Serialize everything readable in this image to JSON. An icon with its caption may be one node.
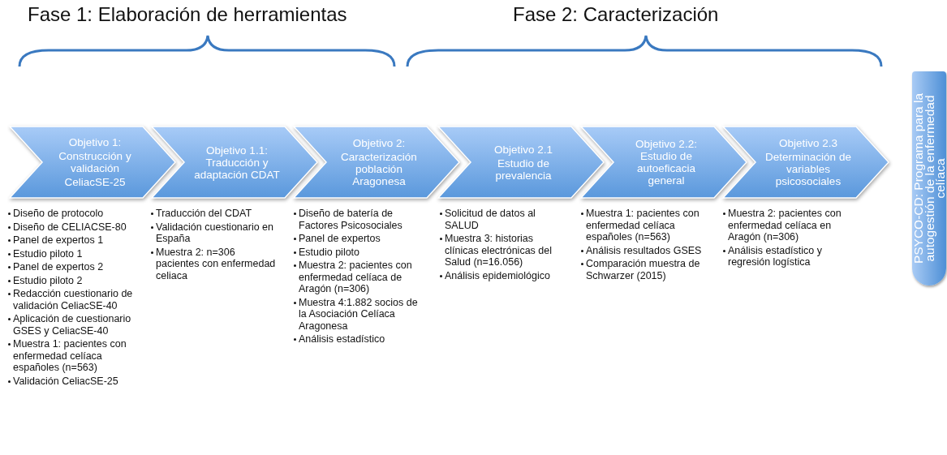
{
  "diagram": {
    "nodes": [
      {
        "text": [
          "Objetivo 1:",
          "Construcción y validación",
          "CeliacSE-25"
        ],
        "beside": [
          "Diseño de protocolo",
          "Diseño  de CELIACSE-80",
          "Panel de expertos 1",
          "Estudio piloto 1",
          "Panel de expertos 2",
          "Estudio piloto 2",
          "Redacción cuestionario de validación CeliacSE-40",
          "Aplicación de cuestionario GSES y CeliacSE-40",
          "Muestra 1: pacientes con enfermedad celíaca españoles (n=563)",
          "Validación CeliacSE-25"
        ]
      },
      {
        "text": [
          "Objetivo 1.1: Traducción y adaptación CDAT"
        ],
        "beside": [
          "Traducción  del CDAT",
          "Validación cuestionario en España",
          "Muestra 2: n=306 pacientes con enfermedad celiaca"
        ]
      },
      {
        "text": [
          "Objetivo 2:",
          "Caracterización población Aragonesa"
        ],
        "beside": [
          "Diseño de batería de Factores Psicosociales",
          "Panel de expertos",
          "Estudio piloto",
          "Muestra 2: pacientes con enfermedad celíaca de Aragón (n=306)",
          "Muestra 4:1.882 socios de la Asociación Celíaca Aragonesa",
          "Análisis estadístico"
        ]
      },
      {
        "text": [
          "Objetivo 2.1",
          "Estudio de prevalencia"
        ],
        "beside": [
          "Solicitud de datos al SALUD",
          "Muestra 3: historias clínicas electrónicas del Salud (n=16.056)",
          "Análisis epidemiológico"
        ]
      },
      {
        "text": [
          "Objetivo 2.2: Estudio de autoeficacia general"
        ],
        "beside": [
          "Muestra 1: pacientes con enfermedad celíaca españoles (n=563)",
          "Análisis resultados GSES",
          "Comparación muestra de Schwarzer (2015)"
        ]
      },
      {
        "text": [
          "Objetivo 2.3",
          "Determinación de variables psicosociales"
        ],
        "beside": [
          "Muestra 2:  pacientes con enfermedad celíaca en Aragón (n=306)",
          "Análisis estadístico y regresión logística"
        ]
      },
      {
        "text": [
          "PSYCO-CD: Programa para la autogestión de la enfermedad celíaca"
        ]
      }
    ],
    "labels": [
      "Fase 1: Elaboración de herramientas",
      "Fase 2: Caracterización"
    ]
  }
}
